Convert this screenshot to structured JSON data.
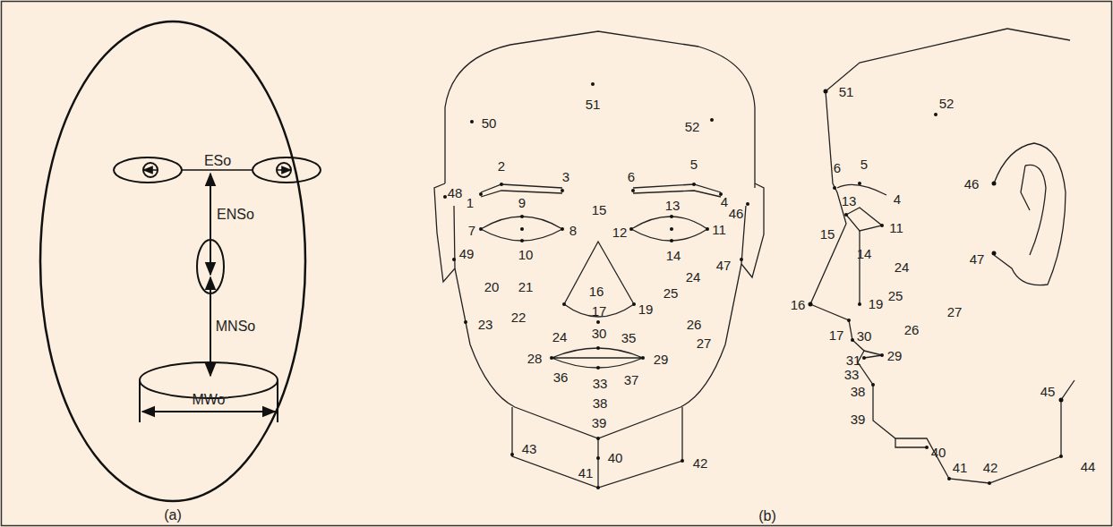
{
  "diagram": {
    "labels": [
      "ESo",
      "ENSo",
      "MNSo",
      "MWo",
      "(a)",
      "50",
      "51",
      "52",
      "2",
      "3",
      "6",
      "5",
      "48",
      "1",
      "9",
      "15",
      "13",
      "4",
      "46",
      "7",
      "8",
      "12",
      "11",
      "10",
      "14",
      "49",
      "47",
      "20",
      "21",
      "16",
      "25",
      "24",
      "22",
      "17",
      "19",
      "26",
      "23",
      "24",
      "30",
      "35",
      "27",
      "28",
      "29",
      "36",
      "33",
      "37",
      "38",
      "39",
      "43",
      "40",
      "42",
      "41",
      "(b)",
      "51",
      "52",
      "6",
      "5",
      "13",
      "4",
      "46",
      "15",
      "11",
      "14",
      "24",
      "47",
      "16",
      "19",
      "25",
      "27",
      "17",
      "30",
      "26",
      "31",
      "29",
      "33",
      "38",
      "45",
      "39",
      "40",
      "41",
      "42",
      "44"
    ]
  }
}
